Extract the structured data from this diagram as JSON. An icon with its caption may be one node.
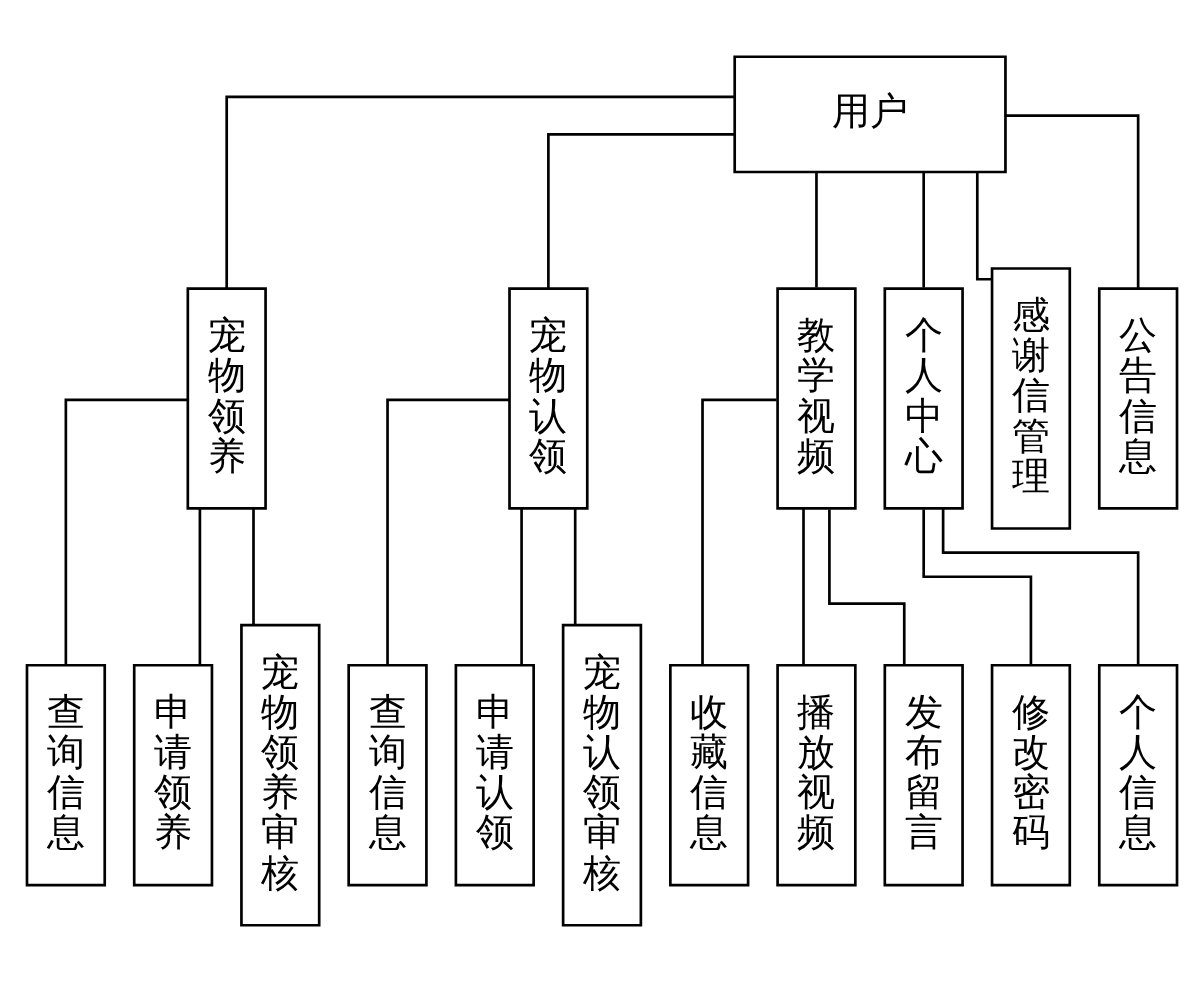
{
  "diagram": {
    "nodes": [
      {
        "text": [
          "用户"
        ]
      },
      {
        "text": [
          "宠物领养"
        ]
      },
      {
        "text": [
          "宠物认领"
        ]
      },
      {
        "text": [
          "教学视频"
        ]
      },
      {
        "text": [
          "个人中心"
        ]
      },
      {
        "text": [
          "感谢信管理"
        ]
      },
      {
        "text": [
          "公告信息"
        ]
      },
      {
        "text": [
          "查询信息"
        ]
      },
      {
        "text": [
          "申请领养"
        ]
      },
      {
        "text": [
          "宠物领养审核"
        ]
      },
      {
        "text": [
          "查询信息"
        ]
      },
      {
        "text": [
          "申请认领"
        ]
      },
      {
        "text": [
          "宠物认领审核"
        ]
      },
      {
        "text": [
          "收藏信息"
        ]
      },
      {
        "text": [
          "播放视频"
        ]
      },
      {
        "text": [
          "发布留言"
        ]
      },
      {
        "text": [
          "修改密码"
        ]
      },
      {
        "text": [
          "个人信息"
        ]
      }
    ],
    "edges": [
      {
        "from": 0,
        "to": 1,
        "arrow": "none"
      },
      {
        "from": 0,
        "to": 2,
        "arrow": "none"
      },
      {
        "from": 0,
        "to": 3,
        "arrow": "none"
      },
      {
        "from": 0,
        "to": 4,
        "arrow": "none"
      },
      {
        "from": 0,
        "to": 5,
        "arrow": "none"
      },
      {
        "from": 0,
        "to": 6,
        "arrow": "none"
      },
      {
        "from": 1,
        "to": 7,
        "arrow": "none"
      },
      {
        "from": 1,
        "to": 8,
        "arrow": "none"
      },
      {
        "from": 1,
        "to": 9,
        "arrow": "none"
      },
      {
        "from": 2,
        "to": 10,
        "arrow": "none"
      },
      {
        "from": 2,
        "to": 11,
        "arrow": "none"
      },
      {
        "from": 2,
        "to": 12,
        "arrow": "none"
      },
      {
        "from": 3,
        "to": 13,
        "arrow": "none"
      },
      {
        "from": 3,
        "to": 14,
        "arrow": "none"
      },
      {
        "from": 3,
        "to": 15,
        "arrow": "none"
      },
      {
        "from": 4,
        "to": 16,
        "arrow": "none"
      },
      {
        "from": 4,
        "to": 17,
        "arrow": "none"
      }
    ]
  }
}
